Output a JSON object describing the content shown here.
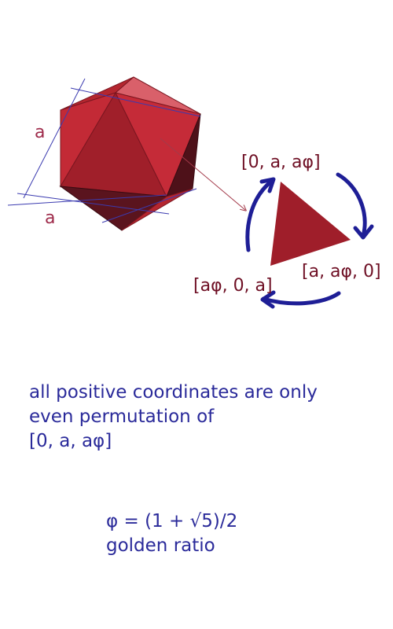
{
  "diagram": {
    "edge_label_left": "a",
    "edge_label_bottom": "a",
    "vertices": [
      "[0, a, aφ]",
      "[a, aφ, 0]",
      "[aφ, 0, a]"
    ],
    "colors": {
      "face_light": "#c32a36",
      "face_mid": "#a01f2a",
      "face_dark": "#4e1119",
      "face_highlight": "#d9606a",
      "arrows": "#1e1e96",
      "axis_lines": "#3b3bb0",
      "vertex_text": "#6e0f24"
    }
  },
  "note": {
    "lines": [
      "all positive coordinates are only",
      "even permutation of",
      "[0, a, aφ]"
    ]
  },
  "formula": {
    "lines": [
      "φ = (1 + √5)/2",
      "golden ratio"
    ]
  }
}
